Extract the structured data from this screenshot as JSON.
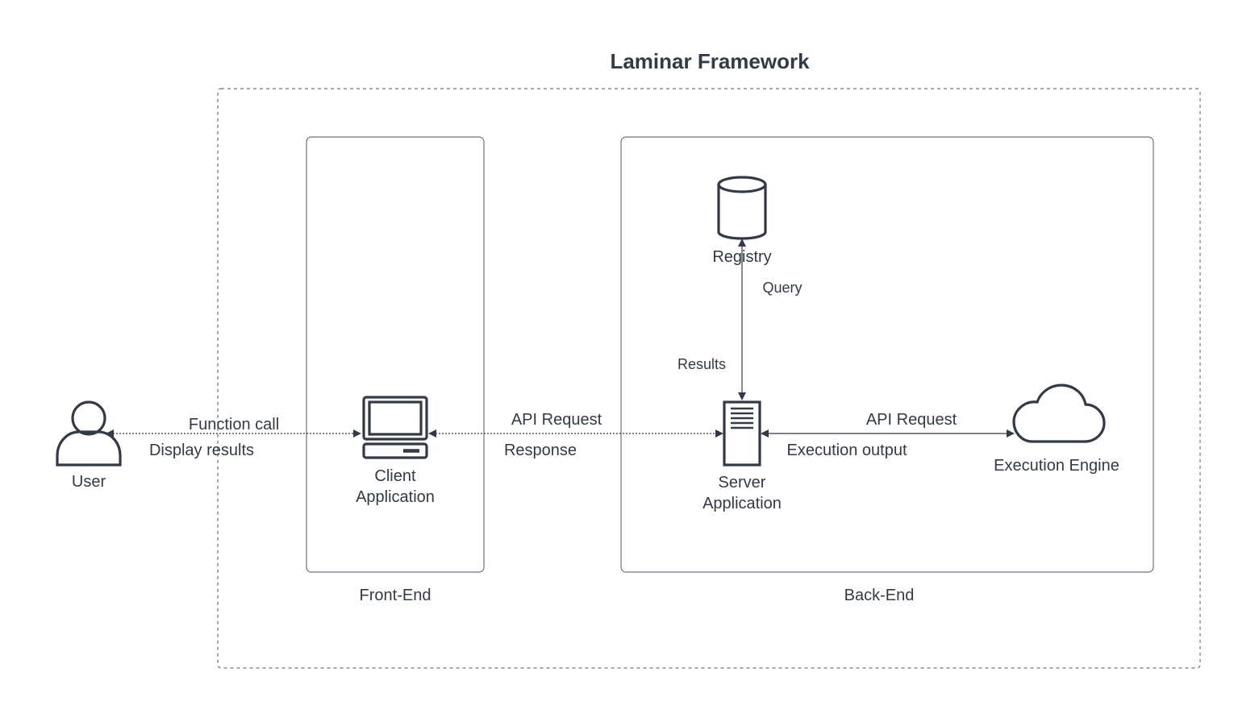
{
  "title": "Laminar Framework",
  "colors": {
    "stroke": "#333a45",
    "text": "#333a45",
    "box_border": "#6b7280",
    "background": "#ffffff"
  },
  "groups": {
    "front_end": "Front-End",
    "back_end": "Back-End"
  },
  "nodes": {
    "user": {
      "label": "User",
      "icon": "user-icon"
    },
    "client": {
      "label_line1": "Client",
      "label_line2": "Application",
      "icon": "computer-icon"
    },
    "server": {
      "label_line1": "Server",
      "label_line2": "Application",
      "icon": "server-icon"
    },
    "registry": {
      "label": "Registry",
      "icon": "database-icon"
    },
    "engine": {
      "label": "Execution Engine",
      "icon": "cloud-icon"
    }
  },
  "edges": {
    "user_client": {
      "forward": "Function call",
      "back": "Display results"
    },
    "client_server": {
      "forward": "API Request",
      "back": "Response"
    },
    "server_registry": {
      "forward": "Query",
      "back": "Results"
    },
    "server_engine": {
      "forward": "API Request",
      "back": "Execution output"
    }
  }
}
